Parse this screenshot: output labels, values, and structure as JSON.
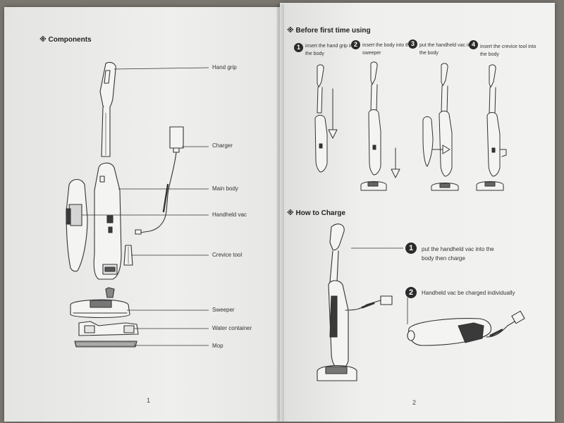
{
  "left_page": {
    "heading": "※ Components",
    "labels": {
      "hand_grip": "Hand grip",
      "charger": "Charger",
      "main_body": "Main body",
      "handheld_vac": "Handheld vac",
      "crevice_tool": "Crevice tool",
      "sweeper": "Sweeper",
      "water_container": "Water container",
      "mop": "Mop"
    },
    "page_number": "1"
  },
  "right_page": {
    "heading_before": "※ Before first time using",
    "steps": [
      {
        "num": "1",
        "text": "insert the hand grip into the body"
      },
      {
        "num": "2",
        "text": "insert the body into the sweeper"
      },
      {
        "num": "3",
        "text": "put the handheld vac into the body"
      },
      {
        "num": "4",
        "text": "insert the crevice tool into the body"
      }
    ],
    "heading_charge": "※ How to Charge",
    "charge_steps": [
      {
        "num": "1",
        "text": "put the handheld vac into the body then charge"
      },
      {
        "num": "2",
        "text": "Handheld vac be charged individually"
      }
    ],
    "page_number": "2"
  },
  "colors": {
    "paper": "#ececea",
    "ink": "#222222"
  }
}
